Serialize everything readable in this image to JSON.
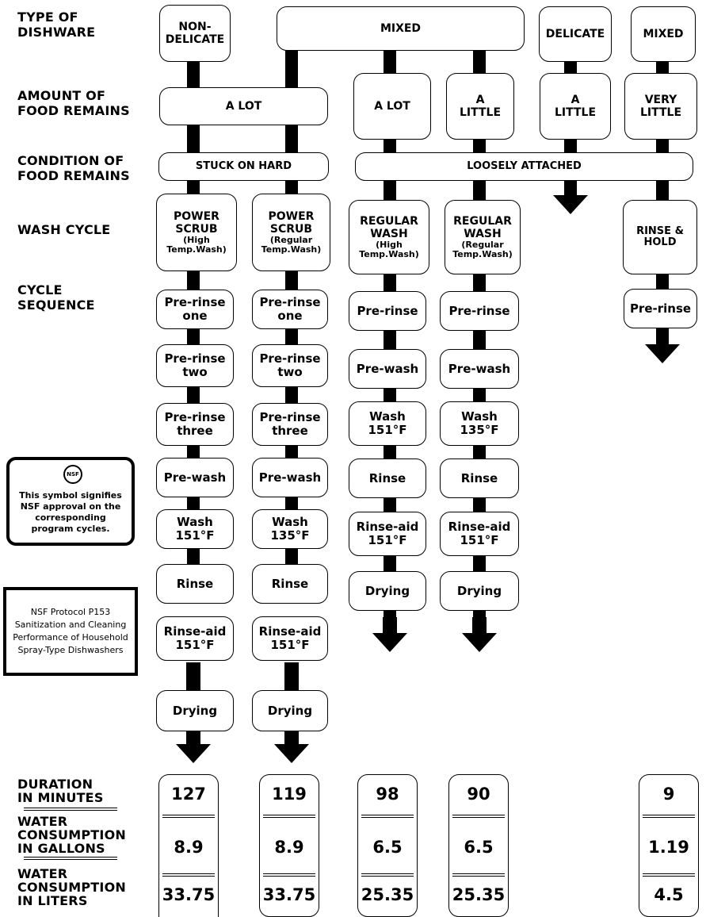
{
  "row_labels": {
    "type": "TYPE OF\nDISHWARE",
    "amount": "AMOUNT OF\nFOOD REMAINS",
    "condition": "CONDITION OF\nFOOD REMAINS",
    "wash_cycle": "WASH CYCLE",
    "sequence": "CYCLE\nSEQUENCE",
    "duration": "DURATION\nIN MINUTES",
    "gallons": "WATER\nCONSUMPTION\nIN GALLONS",
    "liters": "WATER\nCONSUMPTION\nIN LITERS"
  },
  "dishware": {
    "non_delicate": "NON-\nDELICATE",
    "mixed_wide": "MIXED",
    "delicate": "DELICATE",
    "mixed_right": "MIXED"
  },
  "amount": {
    "a_lot_wide": "A LOT",
    "a_lot": "A LOT",
    "a_little": "A\nLITTLE",
    "a_little_delicate": "A\nLITTLE",
    "very_little": "VERY\nLITTLE"
  },
  "condition": {
    "stuck": "STUCK ON HARD",
    "loose": "LOOSELY ATTACHED"
  },
  "cycles": [
    {
      "name": "POWER\nSCRUB",
      "sub": "(High\nTemp.Wash)"
    },
    {
      "name": "POWER\nSCRUB",
      "sub": "(Regular\nTemp.Wash)"
    },
    {
      "name": "REGULAR\nWASH",
      "sub": "(High\nTemp.Wash)"
    },
    {
      "name": "REGULAR\nWASH",
      "sub": "(Regular\nTemp.Wash)"
    },
    {
      "name": "RINSE &\nHOLD",
      "sub": ""
    }
  ],
  "steps": {
    "col1": [
      "Pre-rinse\none",
      "Pre-rinse\ntwo",
      "Pre-rinse\nthree",
      "Pre-wash",
      "Wash\n151°F",
      "Rinse",
      "Rinse-aid\n151°F",
      "Drying"
    ],
    "col2": [
      "Pre-rinse\none",
      "Pre-rinse\ntwo",
      "Pre-rinse\nthree",
      "Pre-wash",
      "Wash\n135°F",
      "Rinse",
      "Rinse-aid\n151°F",
      "Drying"
    ],
    "col3": [
      "Pre-rinse",
      "Pre-wash",
      "Wash\n151°F",
      "Rinse",
      "Rinse-aid\n151°F",
      "Drying"
    ],
    "col4": [
      "Pre-rinse",
      "Pre-wash",
      "Wash\n135°F",
      "Rinse",
      "Rinse-aid\n151°F",
      "Drying"
    ],
    "col5": [
      "Pre-rinse"
    ]
  },
  "nsf_note": "This symbol signifies NSF approval on the corresponding program cycles.",
  "nsf_logo_text": "NSF",
  "protocol_note": "NSF Protocol P153 Sanitization and Cleaning Performance of Household Spray-Type Dishwashers",
  "results": [
    {
      "minutes": "127",
      "gallons": "8.9",
      "liters": "33.75"
    },
    {
      "minutes": "119",
      "gallons": "8.9",
      "liters": "33.75"
    },
    {
      "minutes": "98",
      "gallons": "6.5",
      "liters": "25.35"
    },
    {
      "minutes": "90",
      "gallons": "6.5",
      "liters": "25.35"
    },
    {
      "minutes": "9",
      "gallons": "1.19",
      "liters": "4.5"
    }
  ]
}
